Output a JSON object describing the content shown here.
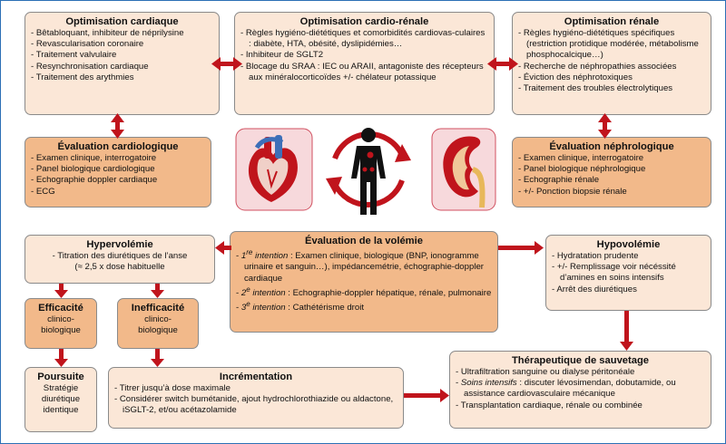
{
  "optim_cardiaque": {
    "title": "Optimisation cardiaque",
    "items": [
      "Bêtabloquant, inhibiteur de néprilysine",
      "Revascularisation coronaire",
      "Traitement valvulaire",
      "Resynchronisation cardiaque",
      "Traitement des arythmies"
    ]
  },
  "optim_cardiorenale": {
    "title": "Optimisation cardio-rénale",
    "items": [
      "Règles hygiéno-diététiques et comorbidités cardiovas-culaires : diabète, HTA, obésité, dyslipidémies…",
      "Inhibiteur de SGLT2",
      "Blocage du SRAA : IEC ou ARAII, antagoniste des récepteurs aux minéralocorticoïdes +/- chélateur potassique"
    ]
  },
  "optim_renale": {
    "title": "Optimisation rénale",
    "items": [
      "Règles hygiéno-diététiques spécifiques (restriction protidique modérée, métabolisme phosphocalcique…)",
      "Recherche de néphropathies associées",
      "Éviction des néphrotoxiques",
      "Traitement des troubles électrolytiques"
    ]
  },
  "eval_cardio": {
    "title": "Évaluation cardiologique",
    "items": [
      "Examen clinique, interrogatoire",
      "Panel biologique cardiologique",
      "Echographie doppler cardiaque",
      "ECG"
    ]
  },
  "eval_nephro": {
    "title": "Évaluation néphrologique",
    "items": [
      "Examen clinique, interrogatoire",
      "Panel biologique néphrologique",
      "Echographie rénale",
      "+/- Ponction biopsie rénale"
    ]
  },
  "hypervolemie": {
    "title": "Hypervolémie",
    "line1": "Titration des diurétiques de l’anse",
    "line2": "(≈ 2,5 x dose habituelle"
  },
  "eval_volemie": {
    "title": "Évaluation de la volémie",
    "lines": [
      {
        "lead": "1",
        "sup": "re",
        "label": " intention",
        "text": " : Examen clinique, biologique (BNP, ionogramme urinaire et sanguin…), impédancemétrie, échographie-doppler cardiaque"
      },
      {
        "lead": "2",
        "sup": "e",
        "label": " intention",
        "text": " : Echographie-doppler hépatique, rénale, pulmonaire"
      },
      {
        "lead": "3",
        "sup": "e",
        "label": " intention",
        "text": " : Cathétérisme droit"
      }
    ]
  },
  "hypovolemie": {
    "title": "Hypovolémie",
    "items": [
      "Hydratation prudente",
      "+/- Remplissage voir nécéssité d’amines en soins intensifs",
      "Arrêt des diurétiques"
    ]
  },
  "efficacite": {
    "title": "Efficacité",
    "sub1": "clinico-",
    "sub2": "biologique"
  },
  "inefficacite": {
    "title": "Inefficacité",
    "sub1": "clinico-",
    "sub2": "biologique"
  },
  "poursuite": {
    "title": "Poursuite",
    "lines": [
      "Stratégie",
      "diurétique",
      "identique"
    ]
  },
  "incrementation": {
    "title": "Incrémentation",
    "items": [
      "Titrer jusqu’à dose maximale",
      "Considérer switch bumétanide, ajout hydrochlorothiazide ou aldactone, iSGLT-2, et/ou acétazolamide"
    ]
  },
  "sauvetage": {
    "title": "Thérapeutique de sauvetage",
    "item1": "Ultrafiltration sanguine ou dialyse péritonéale",
    "item2_label": "Soins intensifs",
    "item2_text": " : discuter lévosimendan, dobutamide, ou assistance cardiovasculaire mécanique",
    "item3": "Transplantation cardiaque, rénale ou combinée"
  },
  "colors": {
    "light_box": "#fbe7d7",
    "dark_box": "#f2b98a",
    "arrow": "#c0141c",
    "border": "#2b6fb5"
  },
  "icons": [
    "heart-illustration",
    "human-body-icon",
    "kidney-illustration",
    "cycle-arrows-icon"
  ]
}
